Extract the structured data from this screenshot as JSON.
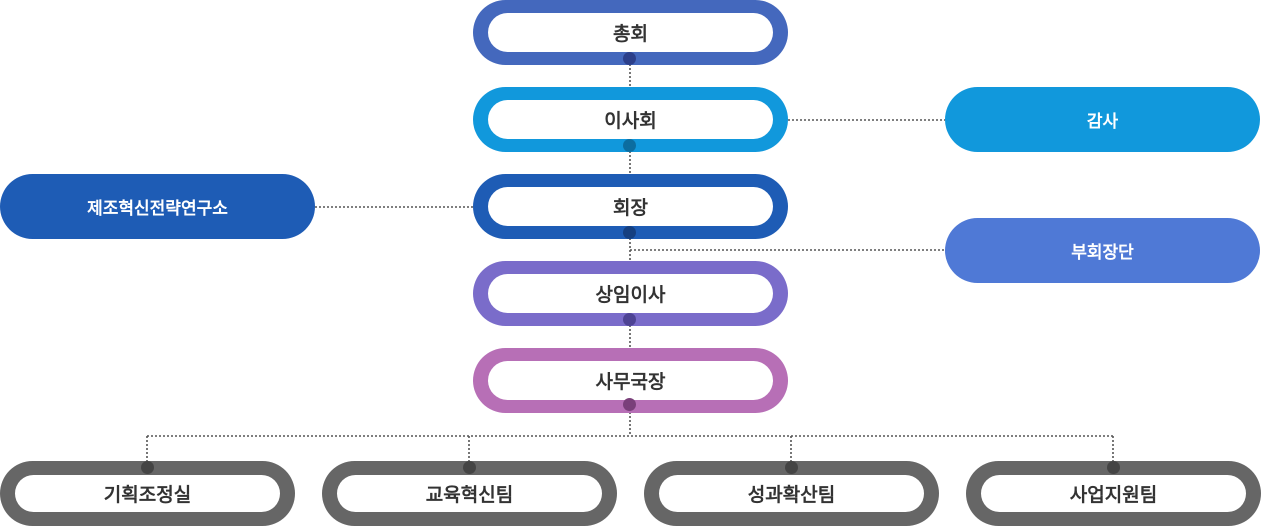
{
  "nodes": {
    "general_assembly": "총회",
    "board": "이사회",
    "chairman": "회장",
    "executive_director": "상임이사",
    "secretary_general": "사무국장",
    "auditor": "감사",
    "research_institute": "제조혁신전략연구소",
    "vice_chairmen": "부회장단",
    "planning_team": "기획조정실",
    "education_team": "교육혁신팀",
    "outcome_team": "성과확산팀",
    "business_team": "사업지원팀"
  },
  "colors": {
    "general_assembly": "#4468bd",
    "board": "#1198dc",
    "chairman": "#1e5cb5",
    "executive_director": "#7a6cca",
    "secretary_general": "#b76fb6",
    "auditor": "#1198dc",
    "research_institute": "#1e5cb5",
    "vice_chairmen": "#4f79d6",
    "teams": "#666666",
    "connector": "#555555"
  }
}
